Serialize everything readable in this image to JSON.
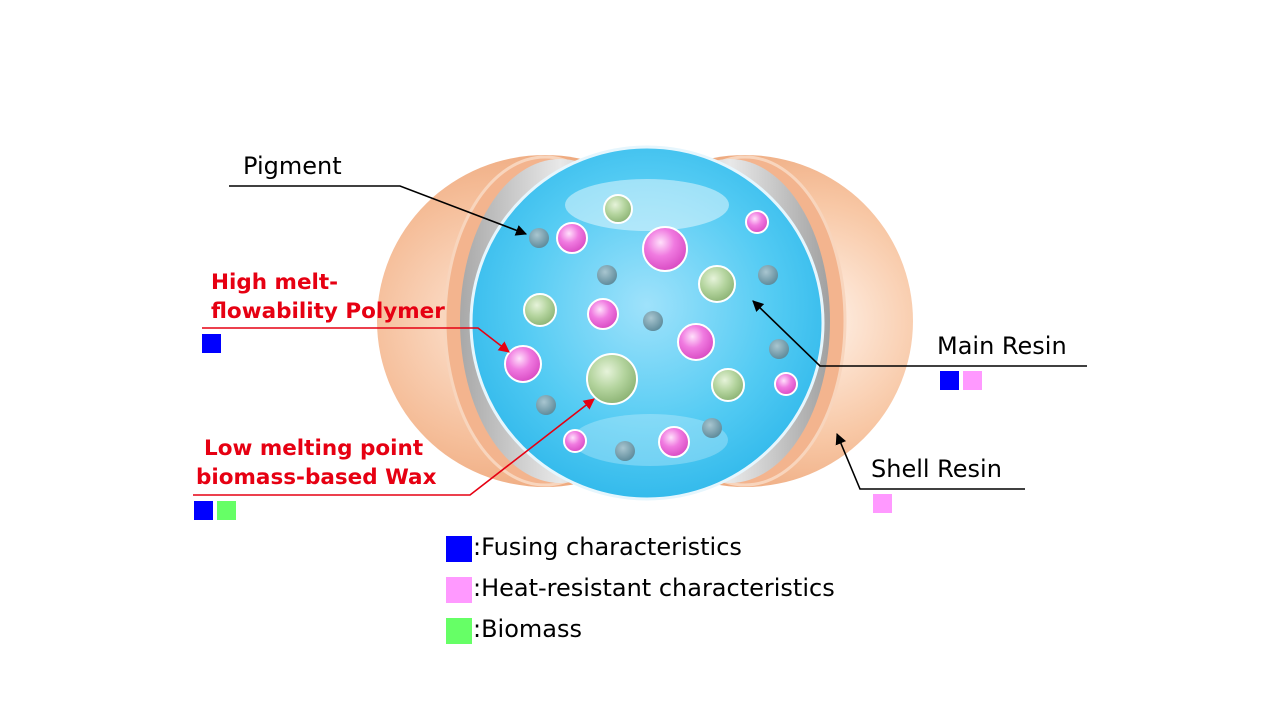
{
  "labels": {
    "pigment": "Pigment",
    "high_melt_line1": "High melt-",
    "high_melt_line2": "flowability Polymer",
    "low_melt_line1": "Low melting point",
    "low_melt_line2": "biomass-based Wax",
    "main_resin": "Main Resin",
    "shell_resin": "Shell Resin"
  },
  "legend": [
    {
      "text": ":Fusing characteristics",
      "color": "#0000ff"
    },
    {
      "text": ":Heat-resistant characteristics",
      "color": "#ff99ff"
    },
    {
      "text": ":Biomass",
      "color": "#66ff66"
    }
  ],
  "colors": {
    "fusing": "#0000ff",
    "heat_resistant": "#ff99ff",
    "biomass": "#66ff66",
    "highlight_red": "#e60012",
    "core": "#3cc4f0",
    "shell": "#f0a878"
  }
}
